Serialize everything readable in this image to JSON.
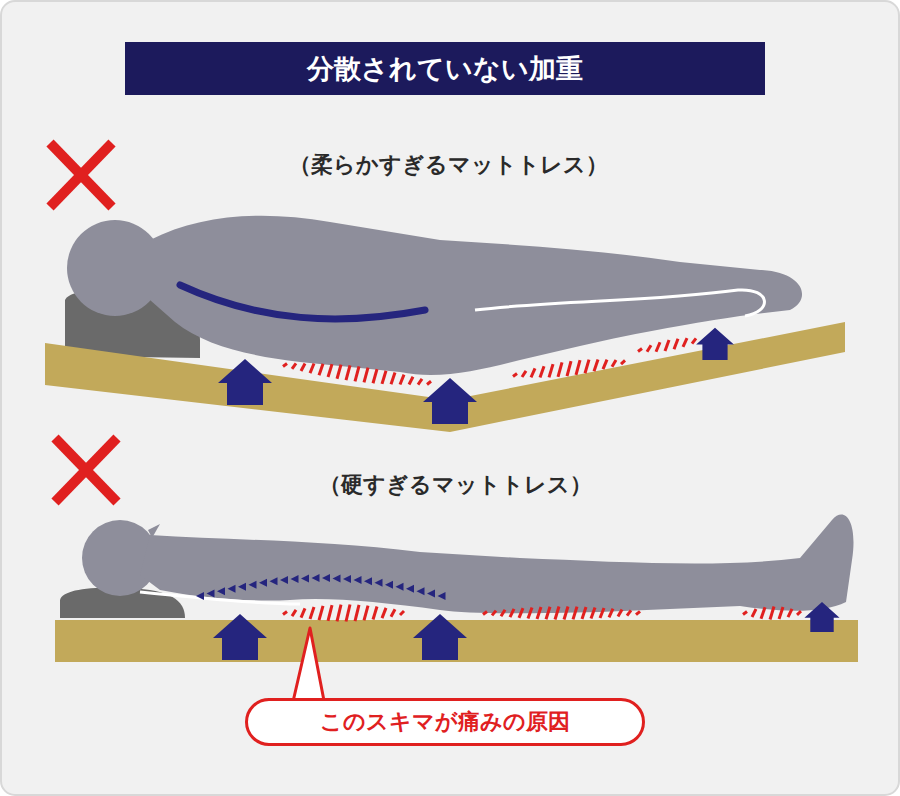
{
  "diagram": {
    "title": "分散されていない加重",
    "nodes": [
      {
        "text": [
          "このスキマが痛みの原因"
        ]
      }
    ],
    "labels": [
      "（柔らかすぎるマットトレス）",
      "（硬すぎるマットトレス）"
    ]
  }
}
